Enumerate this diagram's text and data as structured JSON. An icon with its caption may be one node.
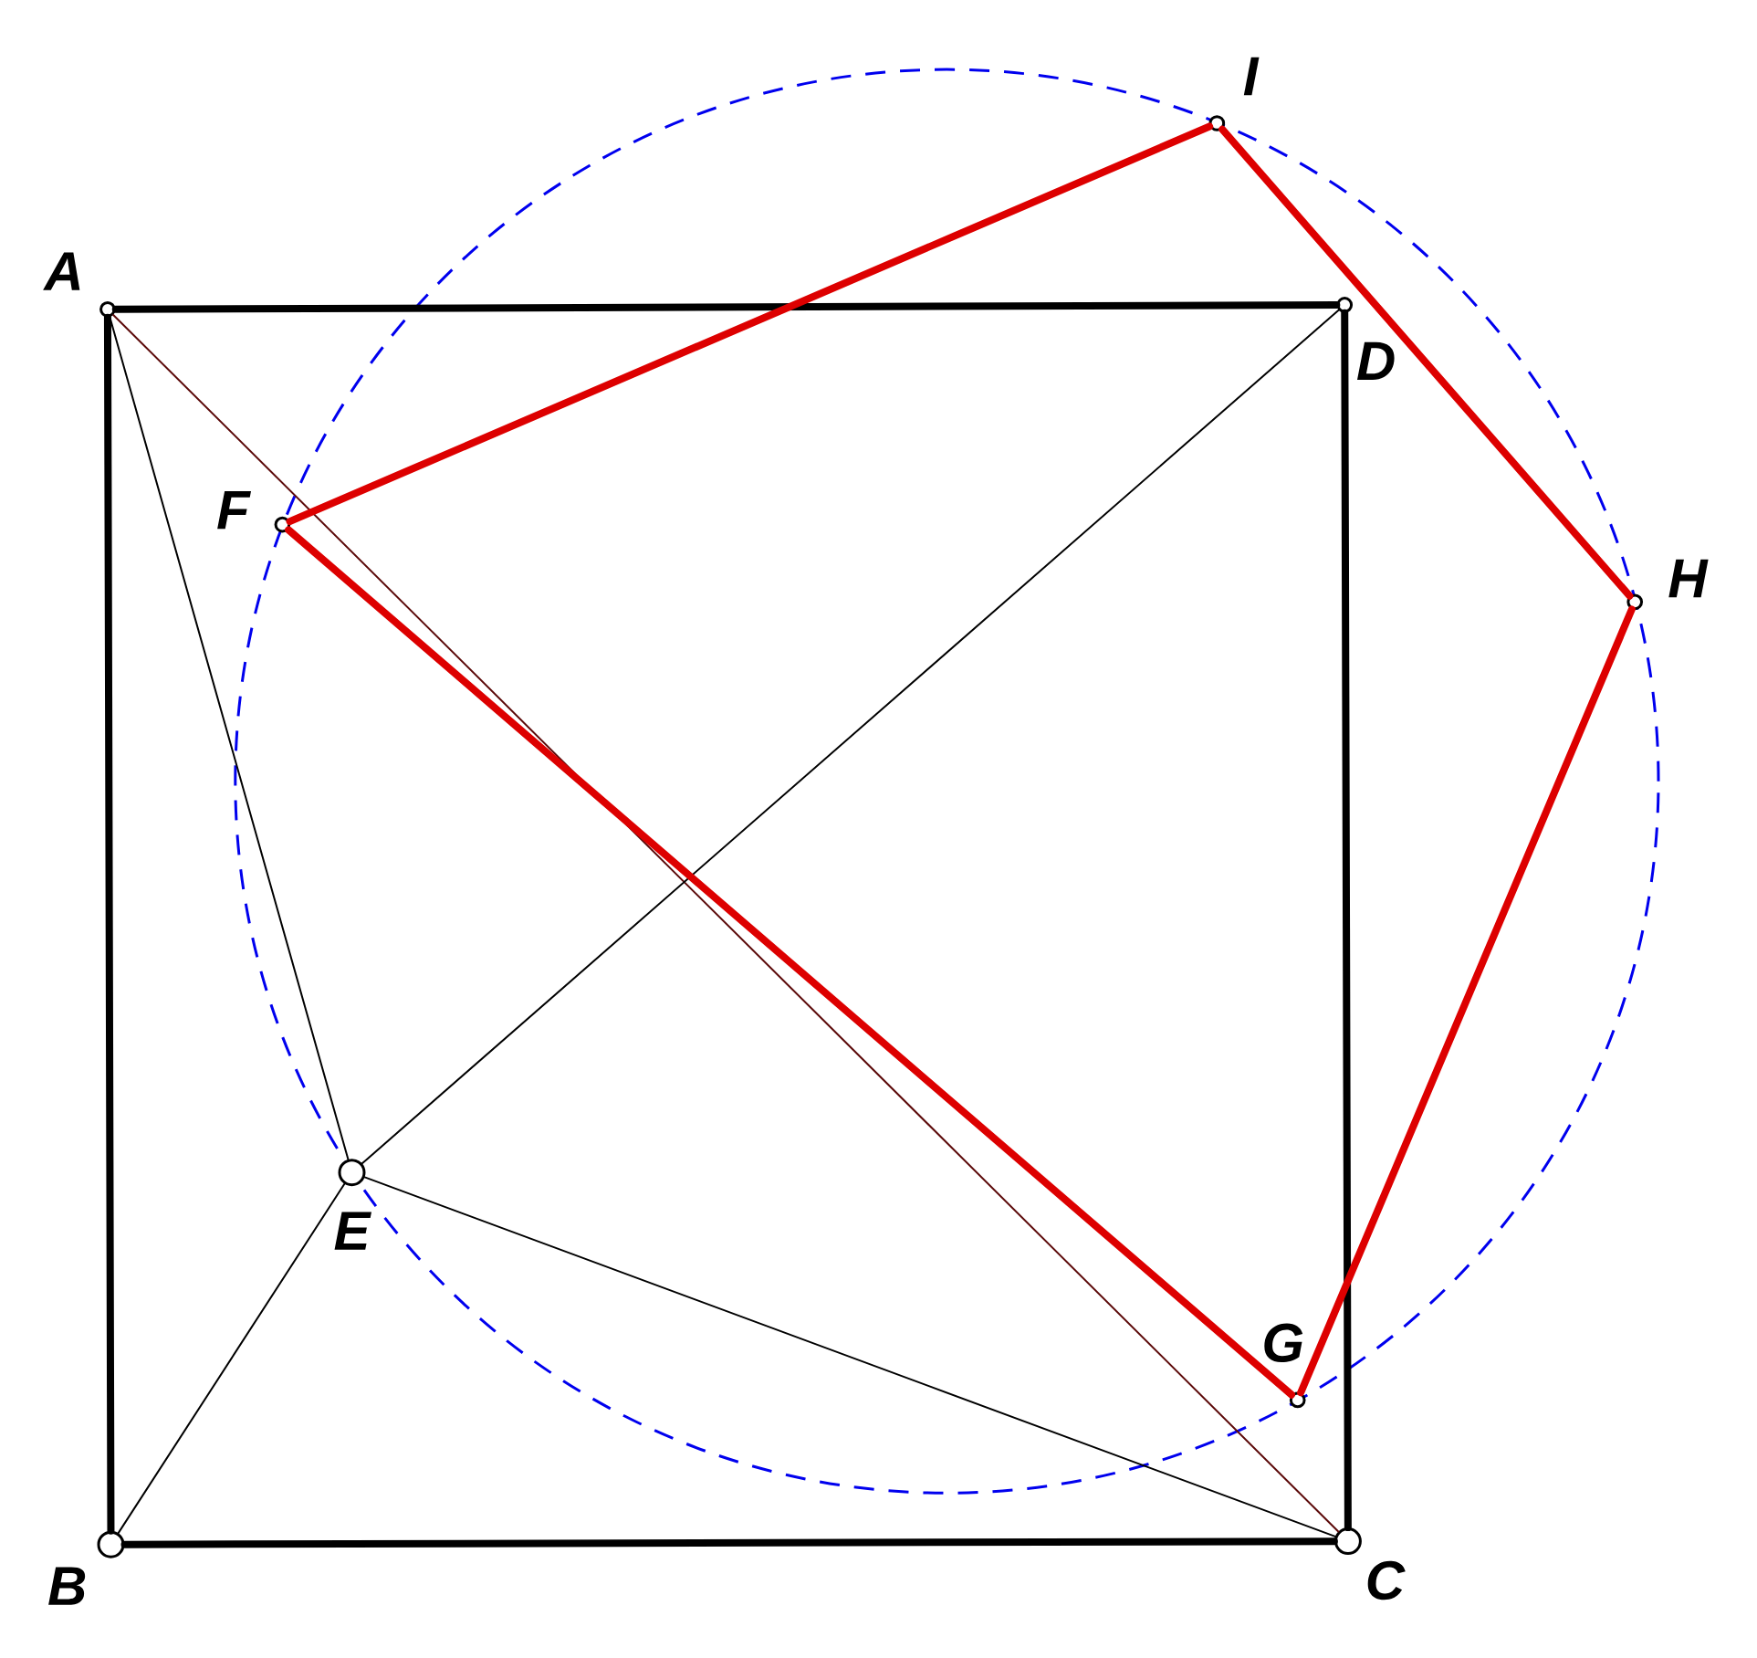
{
  "diagram": {
    "nodes": [
      {
        "text": [],
        "shape": "circle",
        "beside": [
          "A"
        ]
      },
      {
        "text": [],
        "shape": "circle",
        "beside": [
          "B"
        ]
      },
      {
        "text": [],
        "shape": "circle",
        "beside": [
          "C"
        ]
      },
      {
        "text": [],
        "shape": "circle",
        "beside": [
          "D"
        ]
      },
      {
        "text": [],
        "shape": "circle",
        "beside": [
          "E"
        ]
      },
      {
        "text": [],
        "shape": "circle",
        "beside": [
          "F"
        ]
      },
      {
        "text": [],
        "shape": "circle",
        "beside": [
          "G"
        ]
      },
      {
        "text": [],
        "shape": "circle",
        "beside": [
          "H"
        ]
      },
      {
        "text": [],
        "shape": "circle",
        "beside": [
          "I"
        ]
      }
    ],
    "edges": [
      {
        "from": 0,
        "to": 3,
        "arrow": "none"
      },
      {
        "from": 0,
        "to": 1,
        "arrow": "none"
      },
      {
        "from": 1,
        "to": 2,
        "arrow": "none"
      },
      {
        "from": 3,
        "to": 2,
        "arrow": "none"
      },
      {
        "from": 0,
        "to": 4,
        "arrow": "none"
      },
      {
        "from": 0,
        "to": 2,
        "arrow": "none",
        "color": "#5c0a0a"
      },
      {
        "from": 3,
        "to": 4,
        "arrow": "none"
      },
      {
        "from": 1,
        "to": 4,
        "arrow": "none"
      },
      {
        "from": 4,
        "to": 2,
        "arrow": "none"
      },
      {
        "from": 5,
        "to": 8,
        "arrow": "none",
        "color": "#dd0000"
      },
      {
        "from": 8,
        "to": 7,
        "arrow": "none",
        "color": "#dd0000"
      },
      {
        "from": 7,
        "to": 6,
        "arrow": "none",
        "color": "#dd0000"
      },
      {
        "from": 6,
        "to": 5,
        "arrow": "none",
        "color": "#dd0000"
      }
    ]
  }
}
